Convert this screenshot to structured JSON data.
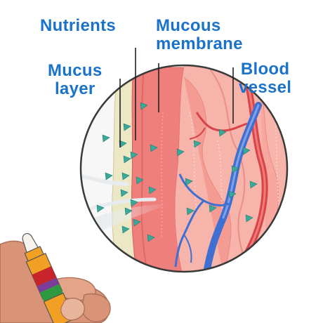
{
  "labels": {
    "nutrients": "Nutrients",
    "mucous_membrane": [
      "Mucous",
      "membrane"
    ],
    "mucus_layer": [
      "Mucus",
      "layer"
    ],
    "blood_vessel": [
      "Blood",
      "vessel"
    ]
  },
  "colors": {
    "label_text": "#1a73c8",
    "leader_line": "#222222",
    "circle_outline": "#3a3a3a",
    "mucus_layer": "#ece8c6",
    "mucous_membrane": "#ef7f7c",
    "tissue_light": "#f6b4ab",
    "tissue_mid": "#f49c93",
    "blood_vessel_blue": "#3f6fd0",
    "blood_vessel_red": "#d9444a",
    "nutrient_triangle": "#3aa99a",
    "skin": "#d99478",
    "bottle_orange": "#f2a023",
    "bottle_red": "#c8242c",
    "bottle_purple": "#7a3e9a"
  },
  "icons": [
    "nasal-spray-bottle-icon",
    "hand-icon",
    "nutrient-triangle-icon"
  ]
}
